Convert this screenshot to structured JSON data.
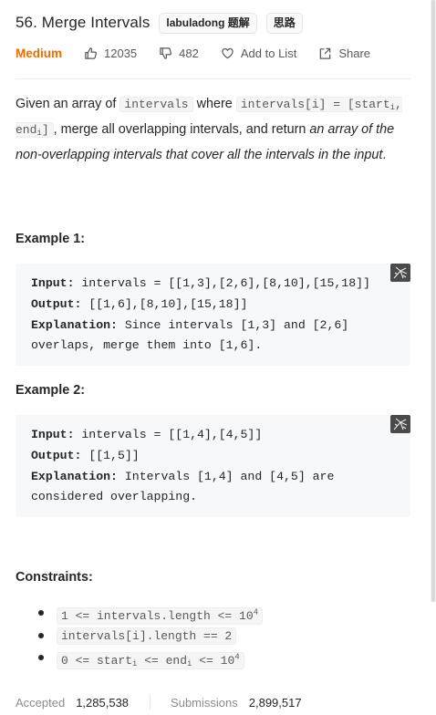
{
  "problem": {
    "title": "56. Merge Intervals",
    "tags": [
      "labuladong 题解",
      "思路"
    ],
    "difficulty": "Medium",
    "likes": "12035",
    "dislikes": "482",
    "add_to_list": "Add to List",
    "share": "Share"
  },
  "description": {
    "t1": "Given an array of ",
    "c1": "intervals",
    "t2": " where ",
    "c2a": "intervals[i] = [start",
    "c2sub1": "i",
    "c2b": ", end",
    "c2sub2": "i",
    "c2c": "]",
    "t3": ", merge all overlapping intervals, and return ",
    "em1": "an array of the non-overlapping intervals that cover all the intervals in the input",
    "t4": "."
  },
  "examples": [
    {
      "heading": "Example 1:",
      "input_label": "Input:",
      "input": " intervals = [[1,3],[2,6],[8,10],[15,18]]",
      "output_label": "Output:",
      "output": " [[1,6],[8,10],[15,18]]",
      "explanation_label": "Explanation:",
      "explanation_line1": " Since intervals [1,3] and [2,6]",
      "explanation_line2": "overlaps, merge them into [1,6]."
    },
    {
      "heading": "Example 2:",
      "input_label": "Input:",
      "input": " intervals = [[1,4],[4,5]]",
      "output_label": "Output:",
      "output": " [[1,5]]",
      "explanation_label": "Explanation:",
      "explanation_line1": " Intervals [1,4] and [4,5] are",
      "explanation_line2": "considered overlapping."
    }
  ],
  "constraints": {
    "heading": "Constraints:",
    "c1a": "1 <= intervals.length <= 10",
    "c1sup": "4",
    "c2": "intervals[i].length == 2",
    "c3a": "0 <= start",
    "c3sub1": "i",
    "c3b": " <= end",
    "c3sub2": "i",
    "c3c": " <= 10",
    "c3sup": "4"
  },
  "stats": {
    "accepted_label": "Accepted",
    "accepted": "1,285,538",
    "submissions_label": "Submissions",
    "submissions": "2,899,517"
  },
  "colors": {
    "difficulty_medium": "#ef6c00",
    "code_bg": "#f7f8fa",
    "copy_button": "#4a4a4a"
  }
}
